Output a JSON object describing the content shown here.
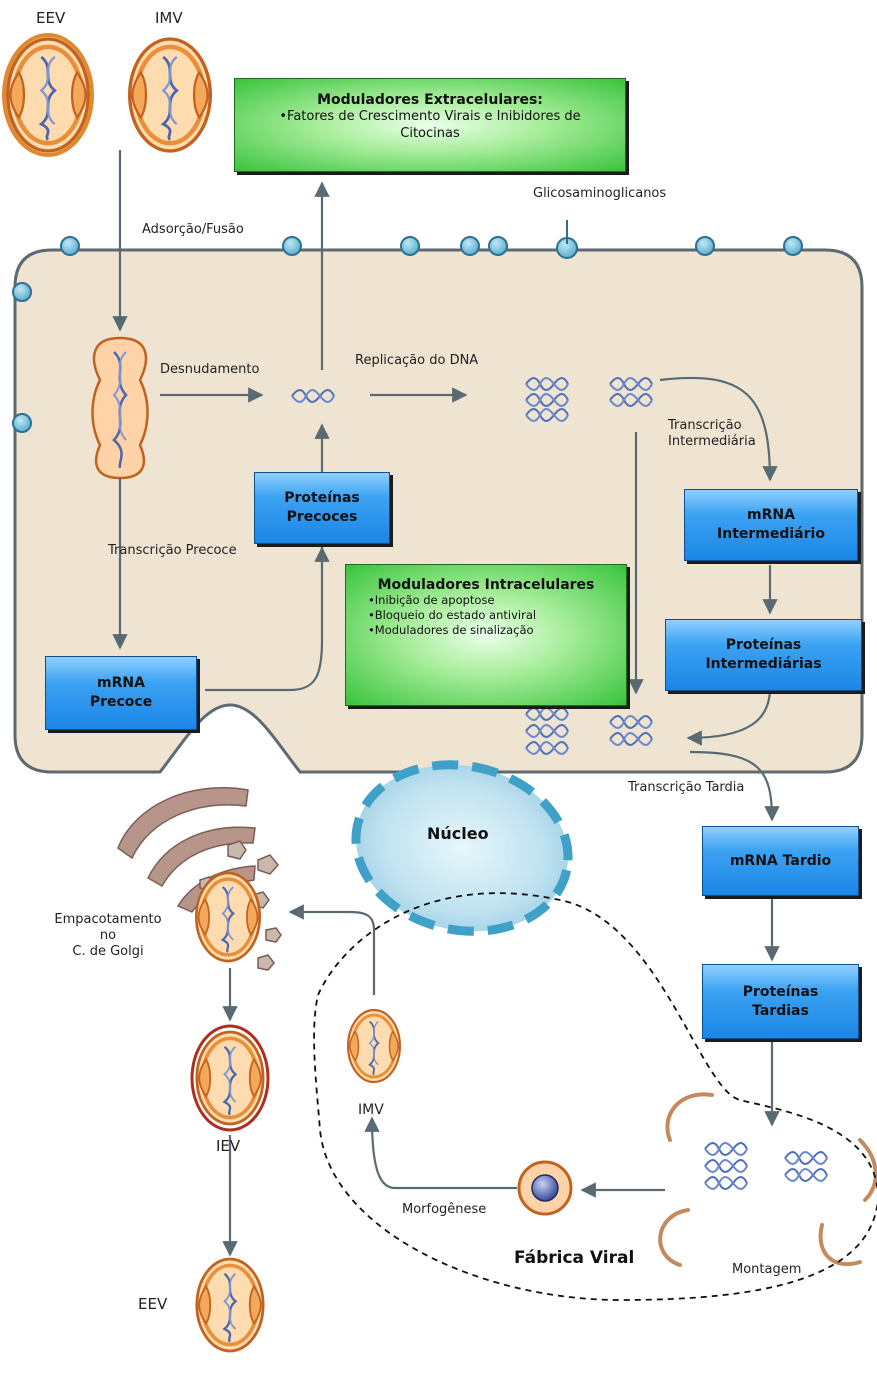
{
  "labels": {
    "eev_top": "EEV",
    "imv_top": "IMV",
    "adsorcao": "Adsorção/Fusão",
    "glicosaminoglicanos": "Glicosaminoglicanos",
    "desnudamento": "Desnudamento",
    "replicacao": "Replicação do DNA",
    "transcricao_intermediaria": "Transcrição\nIntermediária",
    "transcricao_precoce": "Transcrição Precoce",
    "transcricao_tardia": "Transcrição Tardia",
    "empacotamento": "Empacotamento no\nC. de Golgi",
    "imv_bottom": "IMV",
    "iev": "IEV",
    "eev_bottom": "EEV",
    "morfogenese": "Morfogênese",
    "montagem": "Montagem",
    "fabrica_viral": "Fábrica Viral",
    "nucleo": "Núcleo"
  },
  "boxes": {
    "proteinas_precoces": [
      "Proteínas",
      "Precoces"
    ],
    "mrna_precoce": [
      "mRNA",
      "Precoce"
    ],
    "mrna_intermediario": [
      "mRNA",
      "Intermediário"
    ],
    "proteinas_intermediarias": [
      "Proteínas",
      "Intermediárias"
    ],
    "mrna_tardio": [
      "mRNA Tardio"
    ],
    "proteinas_tardias": [
      "Proteínas",
      "Tardias"
    ]
  },
  "extracellular": {
    "title": "Moduladores Extracelulares:",
    "item": "•Fatores de Crescimento Virais e Inibidores de Citocinas"
  },
  "intracellular": {
    "title": "Moduladores Intracelulares",
    "items": [
      "•Inibição de apoptose",
      "•Bloqueio do estado antiviral",
      "•Moduladores de sinalização"
    ]
  },
  "colors": {
    "cell_fill": "#efe4d2",
    "cell_border": "#5e6a70",
    "blue_box": "#2a90ea",
    "green_box": "#3cc03c",
    "nucleus": "#bfe3f2",
    "arrow": "#5a6a73",
    "virion": "#e9963c"
  }
}
